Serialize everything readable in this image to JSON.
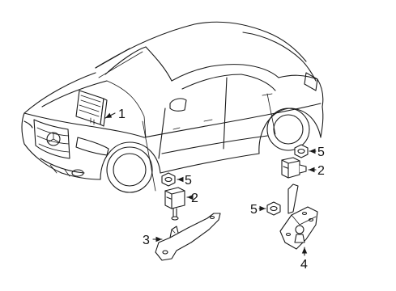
{
  "callouts": {
    "module": "1",
    "sensor_front": "2",
    "sensor_rear": "2",
    "bracket_front": "3",
    "bracket_rear": "4",
    "nut_front": "5",
    "nut_rear_top": "5",
    "nut_rear_mid": "5"
  }
}
